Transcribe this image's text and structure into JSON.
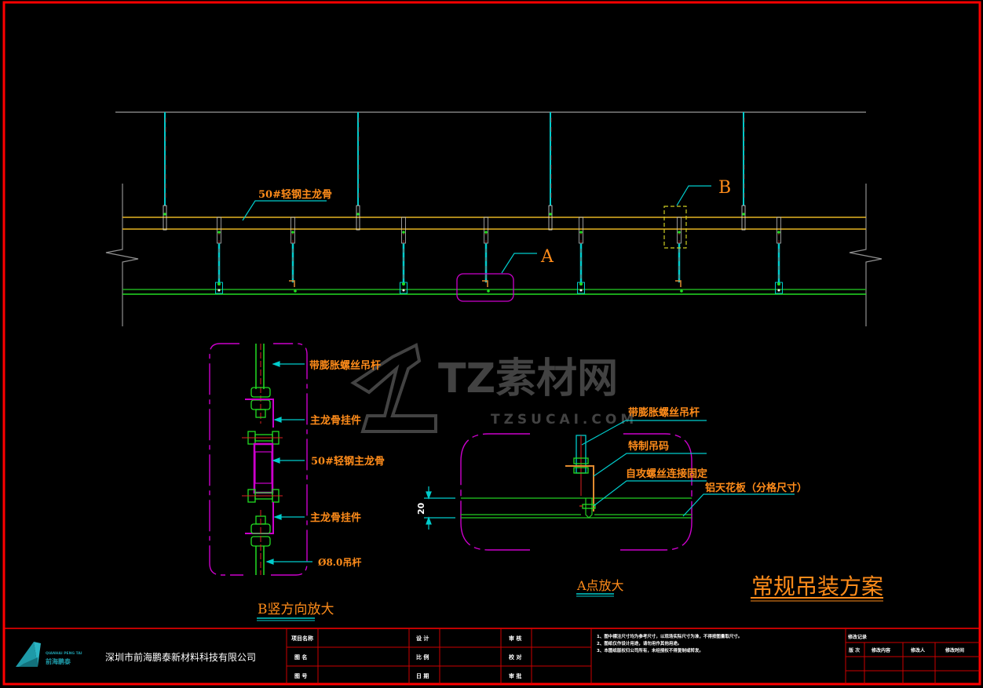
{
  "colors": {
    "background": "#000000",
    "frame": "#ff0000",
    "label": "#ff8c1a",
    "leader": "#00cccc",
    "main_runner": "#e6b422",
    "ceiling_panel": "#22cc22",
    "detail_outline": "#cc00cc",
    "hanger_rod": "#00cccc",
    "slab_line": "#808080",
    "watermark": "#4a4a4a"
  },
  "elevation": {
    "runner_label": "50#轻钢主龙骨",
    "callout_a": "A",
    "callout_b": "B"
  },
  "detail_b": {
    "labels": [
      "带膨胀螺丝吊杆",
      "主龙骨挂件",
      "50#轻钢主龙骨",
      "主龙骨挂件",
      "Ø8.0吊杆"
    ],
    "title": "B竖方向放大"
  },
  "detail_a": {
    "labels": [
      "带膨胀螺丝吊杆",
      "特制吊码",
      "自攻螺丝连接固定",
      "铝天花板（分格尺寸）"
    ],
    "dimension": "20",
    "title": "A点放大"
  },
  "drawing_title": "常规吊装方案",
  "watermark": {
    "brand": "TZ素材网",
    "url": "TZSUCAI.COM"
  },
  "title_block": {
    "logo_en": "QIANHAI PENG TAI",
    "logo_cn": "前海鹏泰",
    "company": "深圳市前海鹏泰新材料科技有限公司",
    "fields_col1": [
      "项目名称",
      "图 名",
      "图 号"
    ],
    "fields_col2": [
      "设 计",
      "比 例",
      "日 期"
    ],
    "fields_col3": [
      "审 核",
      "校 对",
      "审 批"
    ],
    "notes": [
      "1、图中標注尺寸均为参考尺寸，以现场实际尺寸为准，不得按图量取尺寸。",
      "2、图纸仅作设计用途，请勿用作其他用途。",
      "3、本图纸版权归公司所有，未经授权不得复制或转发。"
    ],
    "revision_header": "修改记录",
    "revision_cols": [
      "版 次",
      "修改内容",
      "修改人",
      "修改时间"
    ]
  }
}
